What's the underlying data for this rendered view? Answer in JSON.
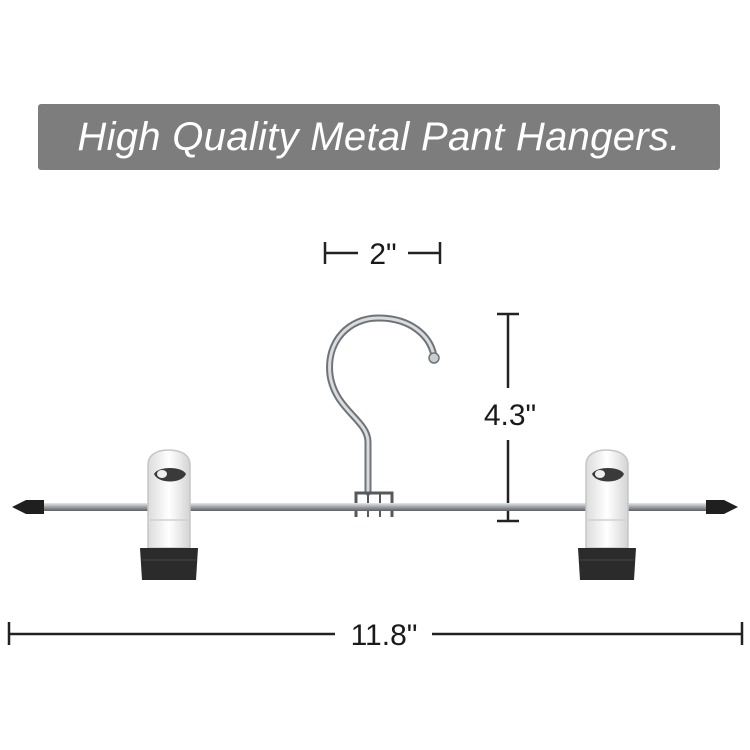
{
  "banner": {
    "title": "High Quality Metal Pant Hangers."
  },
  "dimensions": {
    "hook_width": "2\"",
    "height": "4.3\"",
    "length": "11.8\""
  },
  "colors": {
    "banner_bg": "#7d7d7d",
    "clip_white": "#f4f4f4",
    "clip_black": "#2b2b2b",
    "metal": "#b9bcc0"
  }
}
